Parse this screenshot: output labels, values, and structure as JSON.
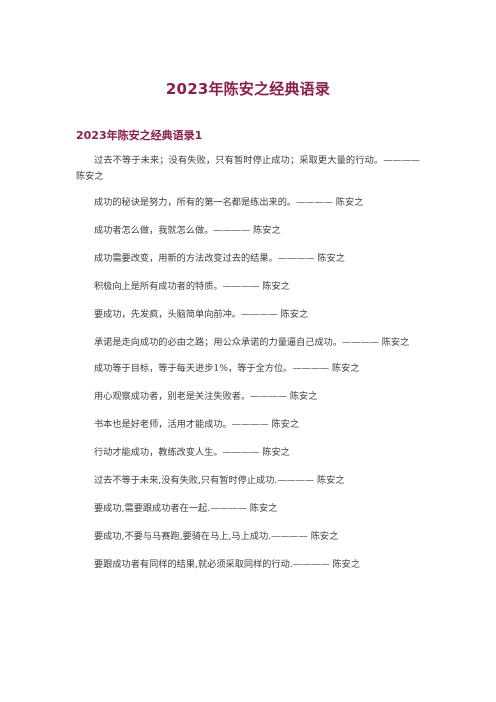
{
  "document": {
    "title": "2023年陈安之经典语录",
    "section_heading": "2023年陈安之经典语录1",
    "quotes": [
      "过去不等于未来；没有失败，只有暂时停止成功；采取更大量的行动。———— 陈安之",
      "成功的秘诀是努力，所有的第一名都是练出来的。———— 陈安之",
      "成功者怎么做，我就怎么做。———— 陈安之",
      "成功需要改变，用新的方法改变过去的结果。———— 陈安之",
      "积极向上是所有成功者的特质。———— 陈安之",
      "要成功，先发疯，头脑简单向前冲。———— 陈安之",
      "承诺是走向成功的必由之路；用公众承诺的力量逼自己成功。———— 陈安之",
      "成功等于目标，等于每天进步1%，等于全方位。———— 陈安之",
      "用心观察成功者，别老是关注失败者。———— 陈安之",
      "书本也是好老师，活用才能成功。———— 陈安之",
      "行动才能成功，教练改变人生。———— 陈安之",
      "过去不等于未来,没有失败,只有暂时停止成功.———— 陈安之",
      "要成功,需要跟成功者在一起.———— 陈安之",
      "要成功,不要与马赛跑,要骑在马上,马上成功.———— 陈安之",
      "要跟成功者有同样的结果,就必须采取同样的行动.———— 陈安之"
    ]
  }
}
